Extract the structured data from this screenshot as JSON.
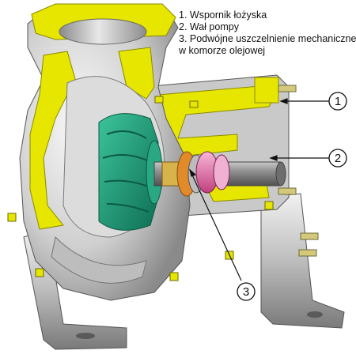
{
  "legend": {
    "item1": "1. Wspornik łożyska",
    "item2": "2. Wał pompy",
    "item3_line1": "3. Podwójne uszczelnienie mechaniczne",
    "item3_line2": "w komorze olejowej"
  },
  "callouts": {
    "c1": "1",
    "c2": "2",
    "c3": "3"
  },
  "colors": {
    "casing_cut": "#e6e600",
    "impeller": "#1f9e7a",
    "seal_orange": "#e08a2a",
    "seal_pink": "#e07ab0",
    "metal_light": "#d9d9d9",
    "metal_mid": "#a6a6a6",
    "metal_dark": "#6e6e6e"
  }
}
